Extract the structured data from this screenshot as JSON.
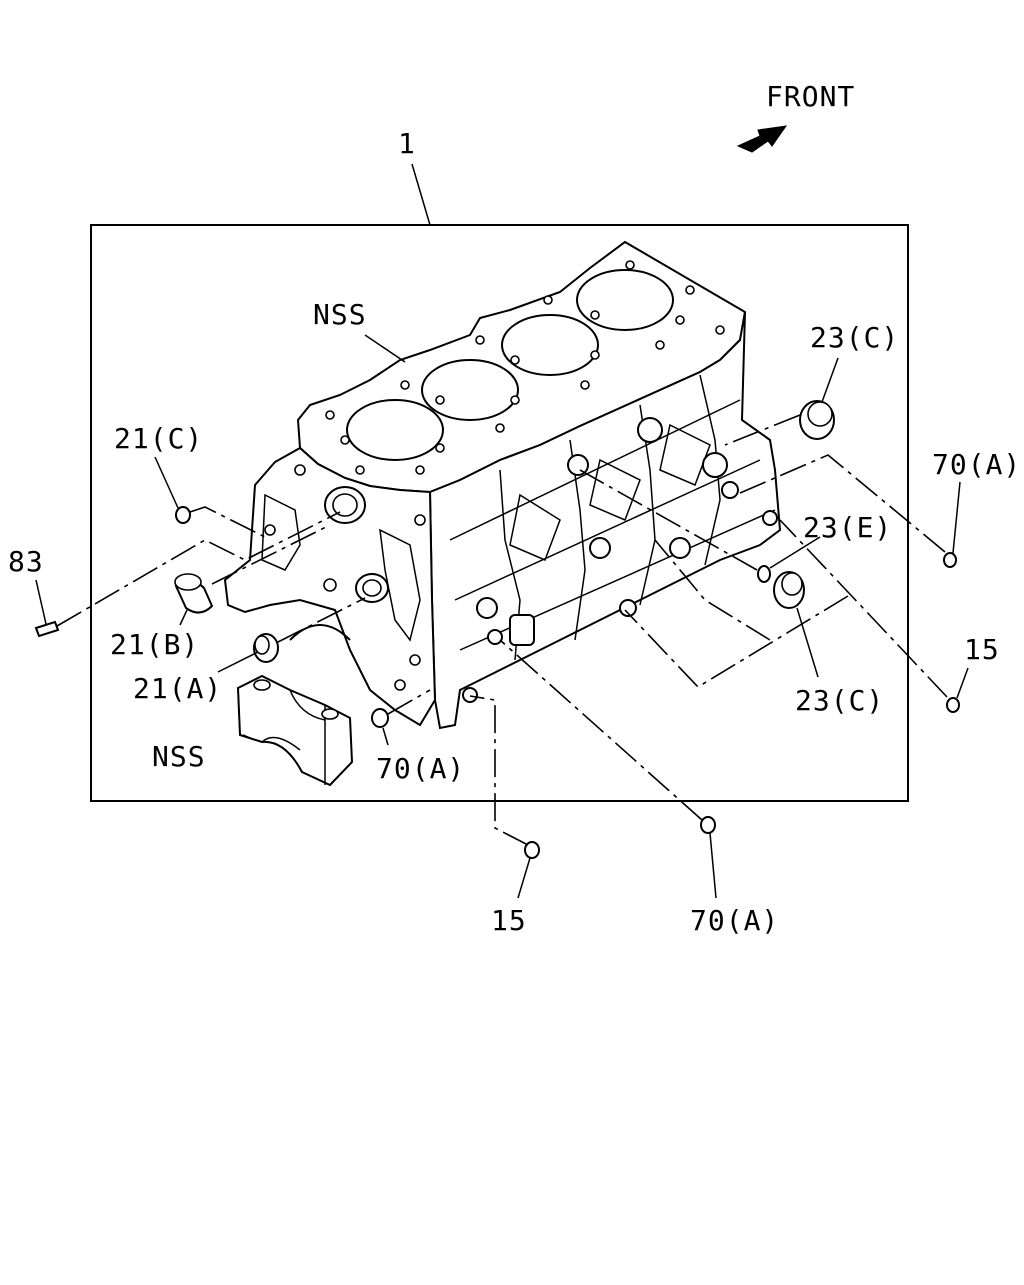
{
  "front_indicator": {
    "label": "FRONT"
  },
  "callouts": {
    "assembly": "1",
    "nss_gasket": "NSS",
    "nss_cap": "NSS",
    "c21c": "21(C)",
    "c21b": "21(B)",
    "c21a": "21(A)",
    "c83": "83",
    "c23c_top": "23(C)",
    "c23e": "23(E)",
    "c23c_bottom": "23(C)",
    "c70a_right": "70(A)",
    "c70a_left": "70(A)",
    "c70a_bottom": "70(A)",
    "c15_right": "15",
    "c15_bottom": "15"
  },
  "colors": {
    "line": "#000000",
    "background": "#ffffff"
  },
  "icons": {
    "front_arrow": "front-arrow-icon"
  }
}
